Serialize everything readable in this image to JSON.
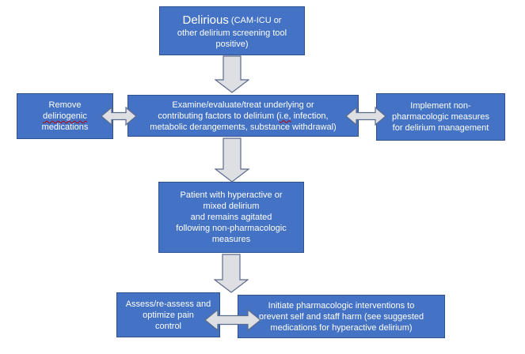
{
  "flowchart": {
    "colors": {
      "box_fill": "#4472C4",
      "box_border": "#2F528F",
      "text": "#FFFFFF",
      "arrow_fill": "#DDDFE3",
      "arrow_border": "#5B6B8C",
      "misspell": "#C00000"
    },
    "top_box": {
      "title": "Delirious",
      "line1_rest": "(CAM-ICU or",
      "line2": "other delirium screening tool",
      "line3": "positive)"
    },
    "remove_box": {
      "line1": "Remove",
      "line2": "deliriogenic",
      "line3": "medications"
    },
    "examine_box": {
      "line1": "Examine/evaluate/treat underlying or",
      "line2_a": "contributing factors to delirium (",
      "line2_b": "i.e,",
      "line2_c": "infection,",
      "line3": "metabolic derangements, substance withdrawal)"
    },
    "implement_box": {
      "line1": "Implement non-",
      "line2": "pharmacologic measures",
      "line3": "for delirium management"
    },
    "patient_box": {
      "line1": "Patient with hyperactive or",
      "line2": "mixed delirium",
      "line3": "and remains agitated",
      "line4": "following non-pharmacologic",
      "line5": "measures"
    },
    "pain_box": {
      "line1": "Assess/re-assess and",
      "line2": "optimize pain",
      "line3": "control"
    },
    "initiate_box": {
      "line1": "Initiate pharmacologic interventions to",
      "line2": "prevent self and staff harm (see suggested",
      "line3": "medications for hyperactive delirium)"
    }
  }
}
